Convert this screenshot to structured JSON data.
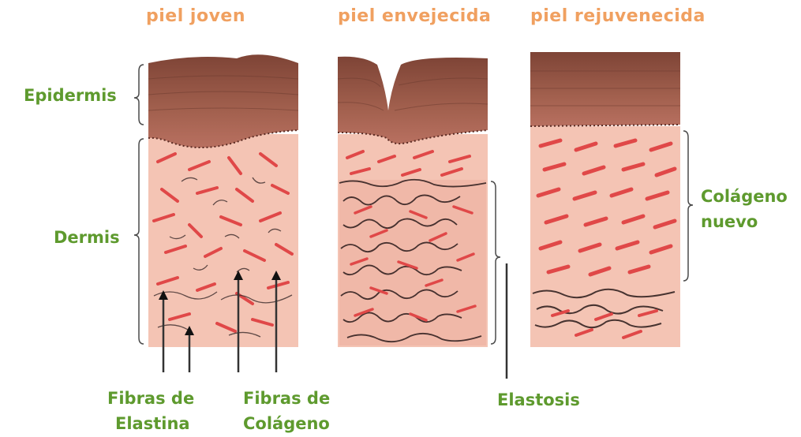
{
  "titles": {
    "young": "piel joven",
    "aged": "piel envejecida",
    "rejuvenated": "piel rejuvenecida"
  },
  "labels": {
    "epidermis": "Epidermis",
    "dermis": "Dermis",
    "new_collagen_line1": "Colágeno",
    "new_collagen_line2": "nuevo",
    "elastin_line1": "Fibras de",
    "elastin_line2": "Elastina",
    "collagen_line1": "Fibras de",
    "collagen_line2": "Colágeno",
    "elastosis": "Elastosis"
  },
  "colors": {
    "title": "#f0a060",
    "label": "#5e9a2e",
    "epidermis": "#9a5a4a",
    "dermis": "#f4c4b4",
    "collagen": "#e04848",
    "elastin": "#3a2a2a"
  }
}
